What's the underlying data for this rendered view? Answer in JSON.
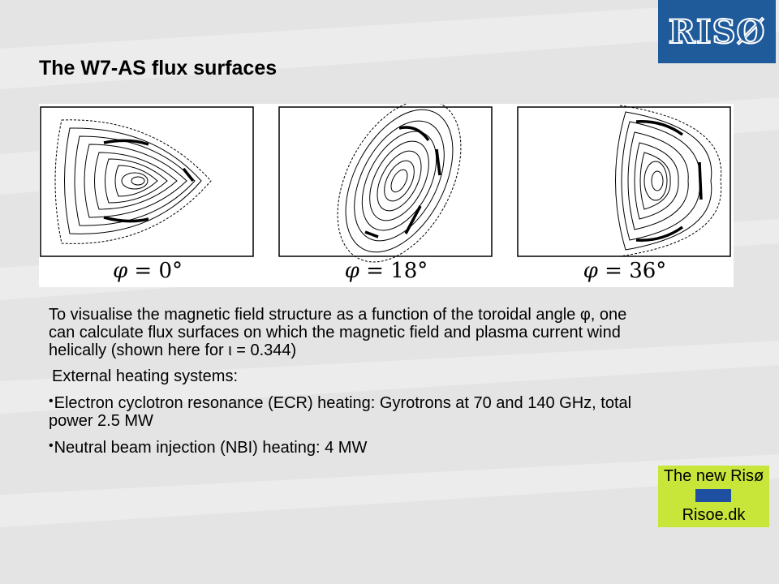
{
  "logo": {
    "text": "RISØ"
  },
  "title": "The W7-AS flux surfaces",
  "panels": [
    {
      "symbol": "φ",
      "equals": " = ",
      "value": "0°"
    },
    {
      "symbol": "φ",
      "equals": " = ",
      "value": "18°"
    },
    {
      "symbol": "φ",
      "equals": " = ",
      "value": "36°"
    }
  ],
  "body": {
    "paragraph": "To visualise the magnetic field structure as a function of the toroidal angle φ, one can calculate flux surfaces on which the magnetic field and plasma current wind helically (shown here for ι = 0.344)",
    "subhead": "External heating systems:",
    "bullets": [
      "Electron cyclotron resonance (ECR) heating: Gyrotrons at 70 and 140 GHz, total power 2.5 MW",
      "Neutral beam injection (NBI) heating: 4 MW"
    ]
  },
  "badge": {
    "line1": "The new Risø",
    "line2": "Risoe.dk"
  },
  "colors": {
    "brand_blue": "#1f5a9b",
    "badge_green": "#c8e53a",
    "flag_blue": "#1f4fa0",
    "background": "#e4e4e4"
  }
}
